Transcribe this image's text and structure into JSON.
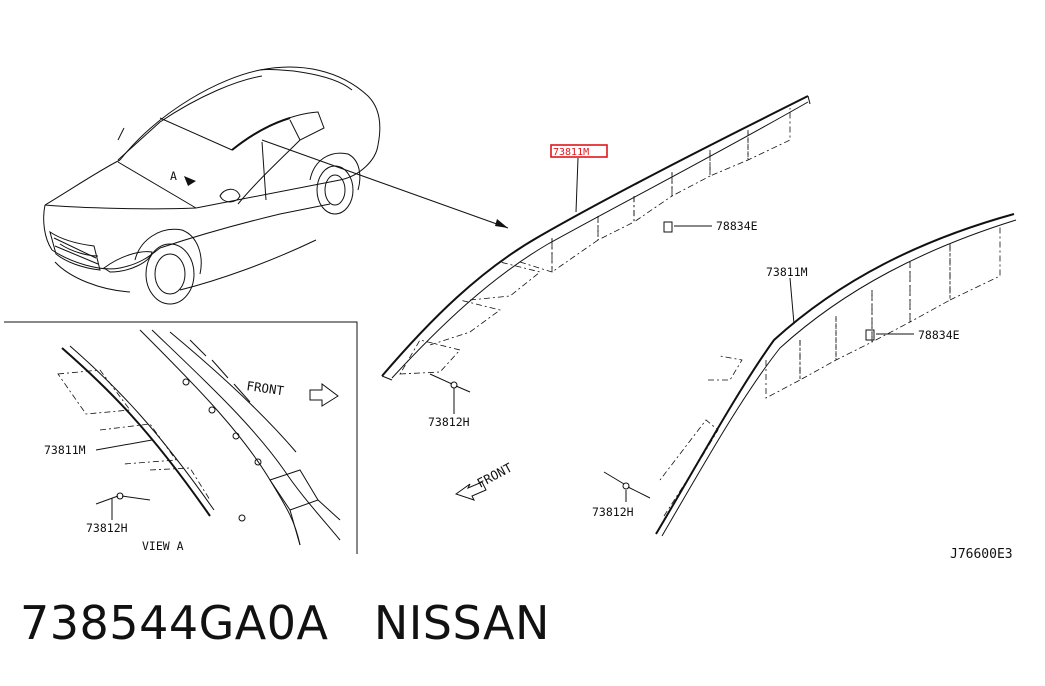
{
  "diagram": {
    "labels": {
      "highlighted_part": "73811M",
      "part_73811M": "73811M",
      "part_73811M_view": "73811M",
      "part_78834E_upper": "78834E",
      "part_78834E_lower": "78834E",
      "part_73812H_left": "73812H",
      "part_73812H_right": "73812H",
      "part_73812H_view": "73812H",
      "front_main": "FRONT",
      "front_view": "FRONT",
      "view_caption": "VIEW A",
      "callout_a": "A",
      "diagram_code": "J76600E3"
    },
    "highlight_color": "#e0161b"
  },
  "caption": {
    "part_number": "738544GA0A",
    "brand": "NISSAN"
  }
}
